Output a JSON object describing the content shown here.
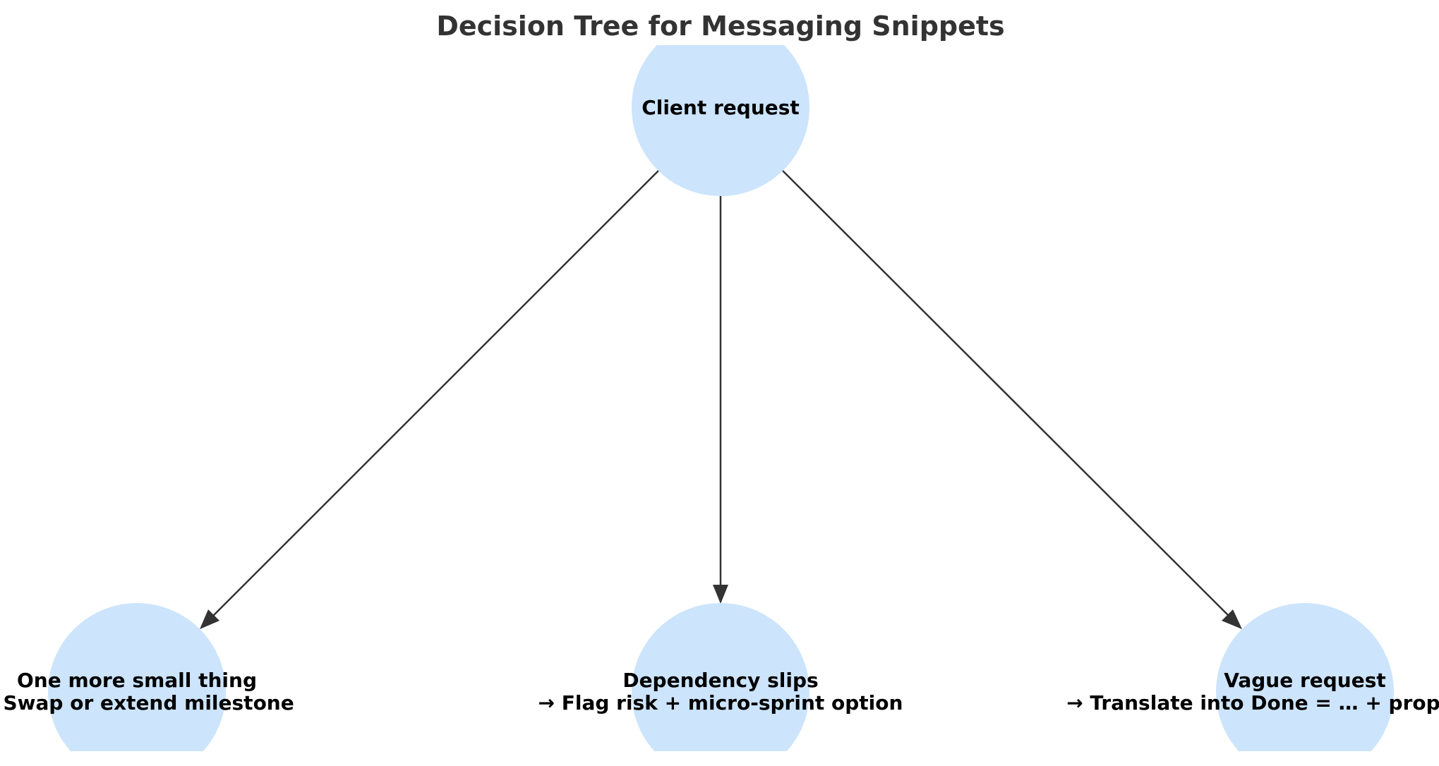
{
  "diagram": {
    "title": "Decision Tree for Messaging Snippets",
    "colors": {
      "node_fill": "#cce4fc",
      "edge": "#333333",
      "title_text": "#333333",
      "node_text": "#000000"
    },
    "nodes": {
      "root": {
        "line1": "Client request"
      },
      "left": {
        "line1": "One more small thing",
        "line2": "→ Swap or extend milestone"
      },
      "middle": {
        "line1": "Dependency slips",
        "line2": "→ Flag risk + micro-sprint option"
      },
      "right": {
        "line1": "Vague request",
        "line2": "→ Translate into Done = … + propose swap"
      }
    }
  }
}
